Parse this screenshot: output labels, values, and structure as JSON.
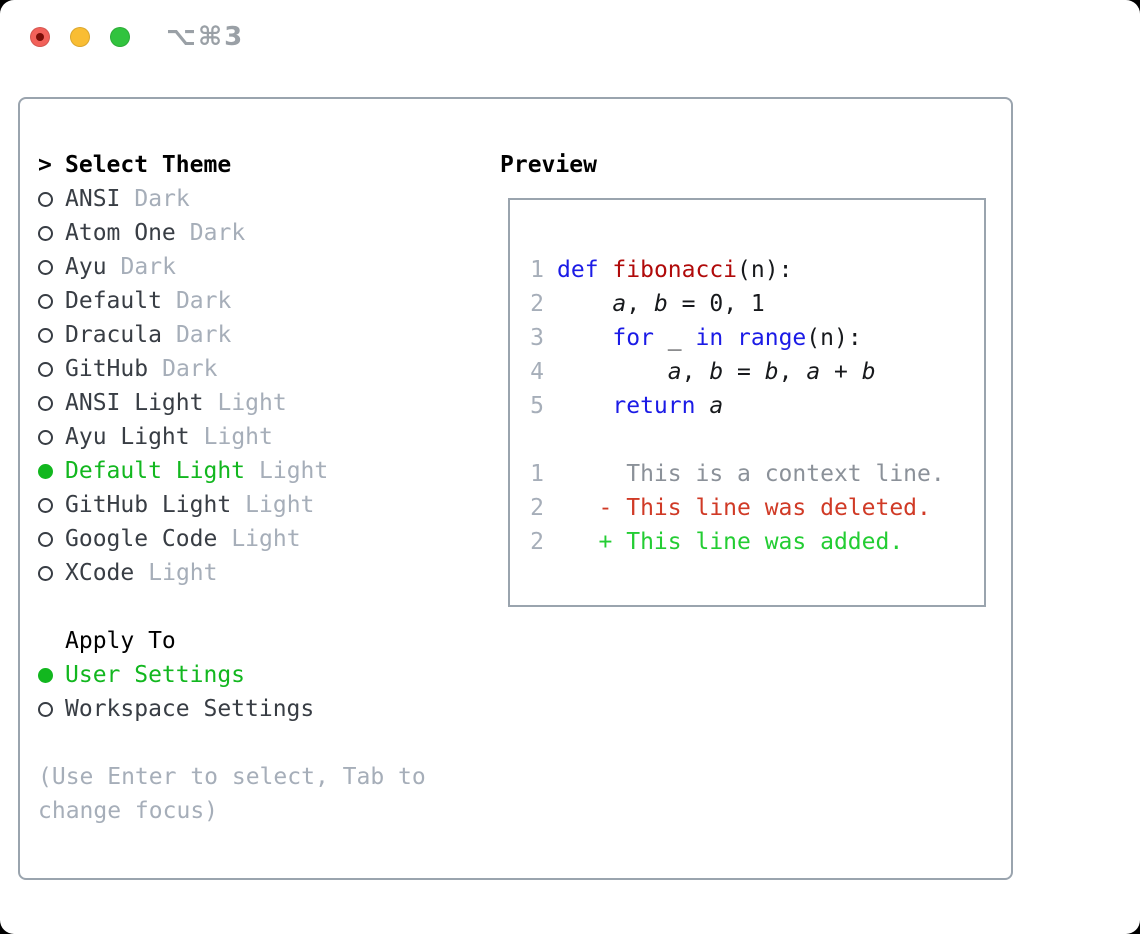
{
  "titlebar": {
    "title": "⌥⌘3"
  },
  "colors": {
    "green": "#12b71f",
    "item": "#383d44",
    "muted": "#a6aeb9",
    "ctx": "#8b9199",
    "kw": "#1b1be6",
    "fn": "#b00a0a",
    "del": "#d03a26",
    "add": "#23cd33",
    "border": "#9aa4ae",
    "code": "#17191c",
    "title-gray": "#9aa0a6",
    "tl-red": "#f2615a",
    "tl-red-dot": "#7a0e08",
    "tl-yellow": "#f9bd33",
    "tl-green": "#31c33e"
  },
  "theme_picker": {
    "header_marker": ">",
    "header": "Select Theme",
    "themes": [
      {
        "name": "ANSI",
        "variant": "Dark",
        "selected": false
      },
      {
        "name": "Atom One",
        "variant": "Dark",
        "selected": false
      },
      {
        "name": "Ayu",
        "variant": "Dark",
        "selected": false
      },
      {
        "name": "Default",
        "variant": "Dark",
        "selected": false
      },
      {
        "name": "Dracula",
        "variant": "Dark",
        "selected": false
      },
      {
        "name": "GitHub",
        "variant": "Dark",
        "selected": false
      },
      {
        "name": "ANSI Light",
        "variant": "Light",
        "selected": false
      },
      {
        "name": "Ayu Light",
        "variant": "Light",
        "selected": false
      },
      {
        "name": "Default Light",
        "variant": "Light",
        "selected": true
      },
      {
        "name": "GitHub Light",
        "variant": "Light",
        "selected": false
      },
      {
        "name": "Google Code",
        "variant": "Light",
        "selected": false
      },
      {
        "name": "XCode",
        "variant": "Light",
        "selected": false
      }
    ],
    "apply_to": {
      "header": "Apply To",
      "options": [
        {
          "label": "User Settings",
          "selected": true
        },
        {
          "label": "Workspace Settings",
          "selected": false
        }
      ]
    },
    "hint": "(Use Enter to select, Tab to change focus)"
  },
  "preview": {
    "header": "Preview",
    "lines": [
      {
        "num": "1",
        "tokens": [
          {
            "text": "def",
            "style": "kw"
          },
          {
            "text": " ",
            "style": "plain"
          },
          {
            "text": "fibonacci",
            "style": "fn"
          },
          {
            "text": "(n):",
            "style": "plain"
          }
        ]
      },
      {
        "num": "2",
        "tokens": [
          {
            "text": "    ",
            "style": "plain"
          },
          {
            "text": "a",
            "style": "var"
          },
          {
            "text": ", ",
            "style": "plain"
          },
          {
            "text": "b",
            "style": "var"
          },
          {
            "text": " = 0, 1",
            "style": "plain"
          }
        ]
      },
      {
        "num": "3",
        "tokens": [
          {
            "text": "    ",
            "style": "plain"
          },
          {
            "text": "for",
            "style": "kw"
          },
          {
            "text": " _ ",
            "style": "plain"
          },
          {
            "text": "in",
            "style": "kw"
          },
          {
            "text": " ",
            "style": "plain"
          },
          {
            "text": "range",
            "style": "kw"
          },
          {
            "text": "(n):",
            "style": "plain"
          }
        ]
      },
      {
        "num": "4",
        "tokens": [
          {
            "text": "        ",
            "style": "plain"
          },
          {
            "text": "a",
            "style": "var"
          },
          {
            "text": ", ",
            "style": "plain"
          },
          {
            "text": "b",
            "style": "var"
          },
          {
            "text": " = ",
            "style": "plain"
          },
          {
            "text": "b",
            "style": "var"
          },
          {
            "text": ", ",
            "style": "plain"
          },
          {
            "text": "a",
            "style": "var"
          },
          {
            "text": " + ",
            "style": "plain"
          },
          {
            "text": "b",
            "style": "var"
          }
        ]
      },
      {
        "num": "5",
        "tokens": [
          {
            "text": "    ",
            "style": "plain"
          },
          {
            "text": "return",
            "style": "kw"
          },
          {
            "text": " ",
            "style": "plain"
          },
          {
            "text": "a",
            "style": "var"
          }
        ]
      },
      {
        "num": "",
        "tokens": []
      },
      {
        "num": "1",
        "tokens": [
          {
            "text": "     This is a context line.",
            "style": "ctx"
          }
        ]
      },
      {
        "num": "2",
        "tokens": [
          {
            "text": "   - This line was deleted.",
            "style": "del"
          }
        ]
      },
      {
        "num": "2",
        "tokens": [
          {
            "text": "   + This line was added.",
            "style": "add"
          }
        ]
      }
    ]
  }
}
